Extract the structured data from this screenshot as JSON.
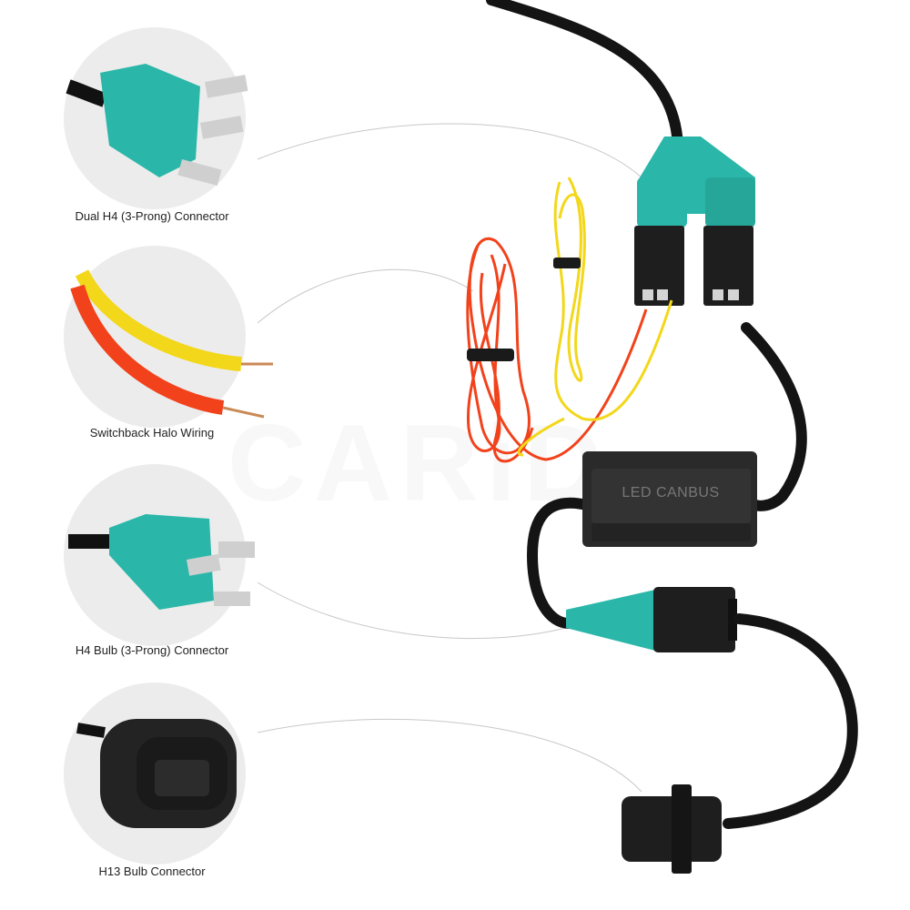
{
  "watermark": "CARiD",
  "module": {
    "label": "LED CANBUS"
  },
  "callouts": [
    {
      "id": "dual-h4",
      "label": "Dual H4 (3-Prong) Connector",
      "icon": "h4-dual-connector-icon"
    },
    {
      "id": "halo-wiring",
      "label": "Switchback Halo Wiring",
      "icon": "halo-wires-icon"
    },
    {
      "id": "h4-bulb",
      "label": "H4 Bulb (3-Prong) Connector",
      "icon": "h4-plug-icon"
    },
    {
      "id": "h13-bulb",
      "label": "H13 Bulb Connector",
      "icon": "h13-plug-icon"
    }
  ],
  "colors": {
    "teal": "#2ab7a9",
    "black_housing": "#1e1e1e",
    "red_wire": "#f2421b",
    "yellow_wire": "#f3d71a",
    "thumb_bg": "#ececec"
  }
}
